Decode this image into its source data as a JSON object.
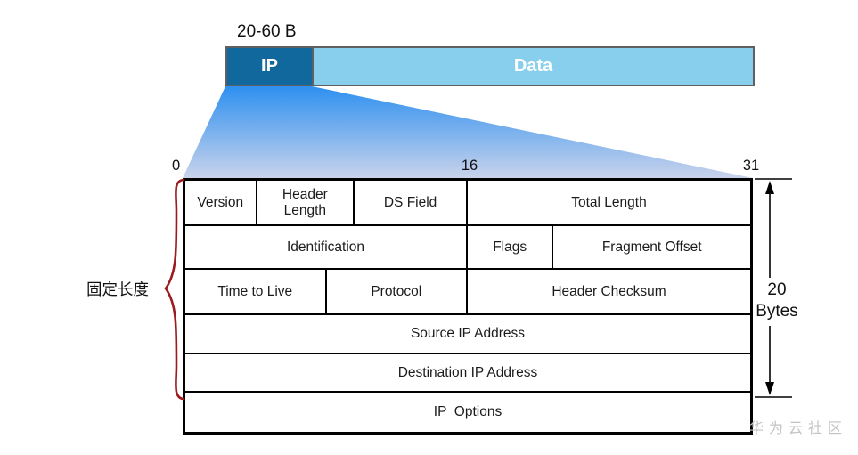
{
  "top": {
    "size_label": "20-60 B",
    "ip_label": "IP",
    "data_label": "Data"
  },
  "bit_labels": [
    "0",
    "16",
    "31"
  ],
  "table": {
    "rows": [
      {
        "cells": [
          {
            "label": "Version",
            "w": 12.7
          },
          {
            "label": "Header Length",
            "w": 17.3
          },
          {
            "label": "DS Field",
            "w": 20
          },
          {
            "label": "Total Length",
            "w": 50
          }
        ]
      },
      {
        "cells": [
          {
            "label": "Identification",
            "w": 50
          },
          {
            "label": "Flags",
            "w": 15.2
          },
          {
            "label": "Fragment Offset",
            "w": 34.8
          }
        ]
      },
      {
        "cells": [
          {
            "label": "Time to Live",
            "w": 25
          },
          {
            "label": "Protocol",
            "w": 25
          },
          {
            "label": "Header Checksum",
            "w": 50
          }
        ]
      },
      {
        "cells": [
          {
            "label": "Source IP Address",
            "w": 100
          }
        ]
      },
      {
        "cells": [
          {
            "label": "Destination IP Address",
            "w": 100
          }
        ]
      },
      {
        "cells": [
          {
            "label": "IP  Options",
            "w": 100
          }
        ]
      }
    ]
  },
  "left_annotation": "固定长度",
  "right_annotation": {
    "line1": "20",
    "line2": "Bytes"
  },
  "watermark": "华为云社区",
  "colors": {
    "ip_box": "#11689C",
    "data_box": "#87CFEC",
    "bar_border": "#5E6062",
    "funnel_top": "#2E90F0",
    "funnel_bottom": "#C9D3EB",
    "brace": "#9B1B1E",
    "table_border": "#000000",
    "watermark": "#C3C3C3"
  }
}
